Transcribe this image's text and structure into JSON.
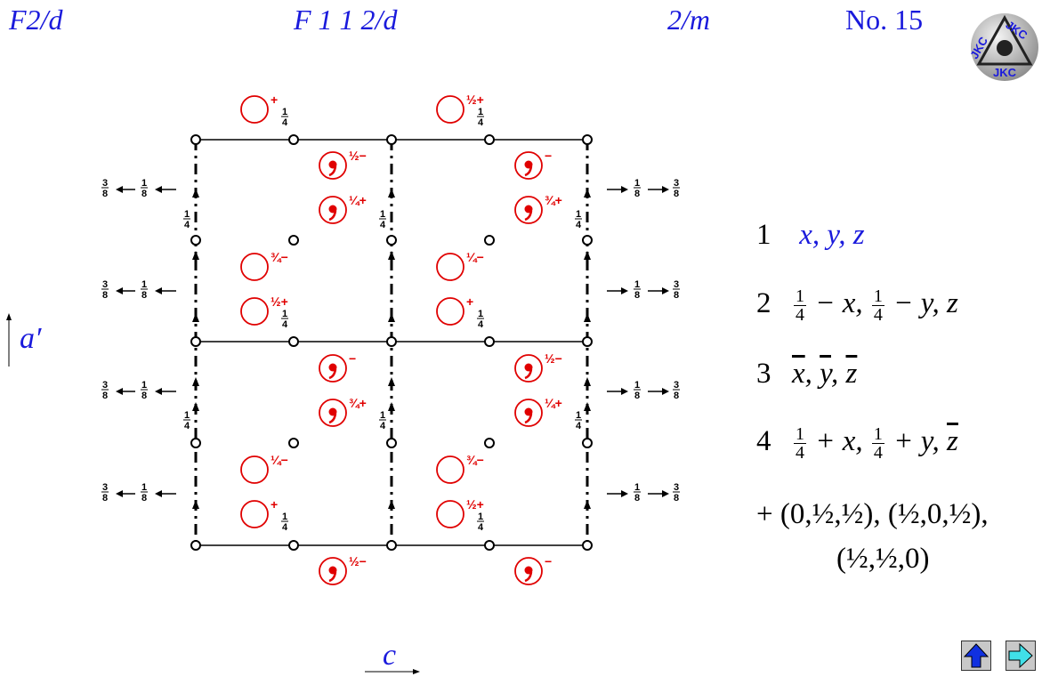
{
  "header": {
    "short_symbol": "F2/d",
    "full_symbol": "F 1 1 2/d",
    "point_group": "2/m",
    "number_label": "No. 15"
  },
  "logo": {
    "letters": [
      "J",
      "K",
      "C"
    ]
  },
  "axes": {
    "vertical": "a′",
    "horizontal": "c"
  },
  "diagram": {
    "fractions": {
      "quarter": "1/4",
      "half": "1/2",
      "eighth": "1/8",
      "three_eighths": "3/8",
      "three_quarter": "3/4"
    },
    "height_labels": {
      "p_top": "+",
      "p_half": "½+",
      "h_quarter": "¼",
      "h_half_minus": "½−",
      "h_quarter_plus": "¼+",
      "minus": "−",
      "plus": "+",
      "three_q_minus": "¾−",
      "three_q_plus": "¾+",
      "quarter_minus": "¼−"
    }
  },
  "positions": {
    "p1": {
      "number": "1",
      "text": "x, y, z"
    },
    "p2": {
      "number": "2",
      "prefix_num": "1",
      "prefix_den": "4",
      "part_a": " − x, ",
      "mid_num": "1",
      "mid_den": "4",
      "part_b": " − y, z"
    },
    "p3": {
      "number": "3",
      "x": "x",
      "y": "y",
      "z": "z"
    },
    "p4": {
      "number": "4",
      "prefix_num": "1",
      "prefix_den": "4",
      "part_a": " + x, ",
      "mid_num": "1",
      "mid_den": "4",
      "part_b": " + y, ",
      "z": "z"
    },
    "centring_line1": "+ (0,½,½), (½,0,½),",
    "centring_line2": "(½,½,0)"
  },
  "nav": {
    "up_label": "up",
    "next_label": "next"
  },
  "colors": {
    "blue": "#1a1adc",
    "red": "#e00000",
    "black": "#000000"
  }
}
